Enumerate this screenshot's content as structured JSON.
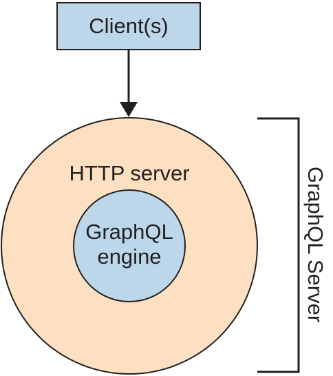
{
  "client": {
    "label": "Client(s)"
  },
  "http_server": {
    "label": "HTTP server"
  },
  "graphql_engine": {
    "label_line1": "GraphQL",
    "label_line2": "engine"
  },
  "bracket": {
    "label": "GraphQL Server"
  },
  "colors": {
    "client_fill": "#bcd7ea",
    "http_server_fill": "#fde0c2",
    "engine_fill": "#bcd7ea",
    "stroke": "#231f20"
  }
}
